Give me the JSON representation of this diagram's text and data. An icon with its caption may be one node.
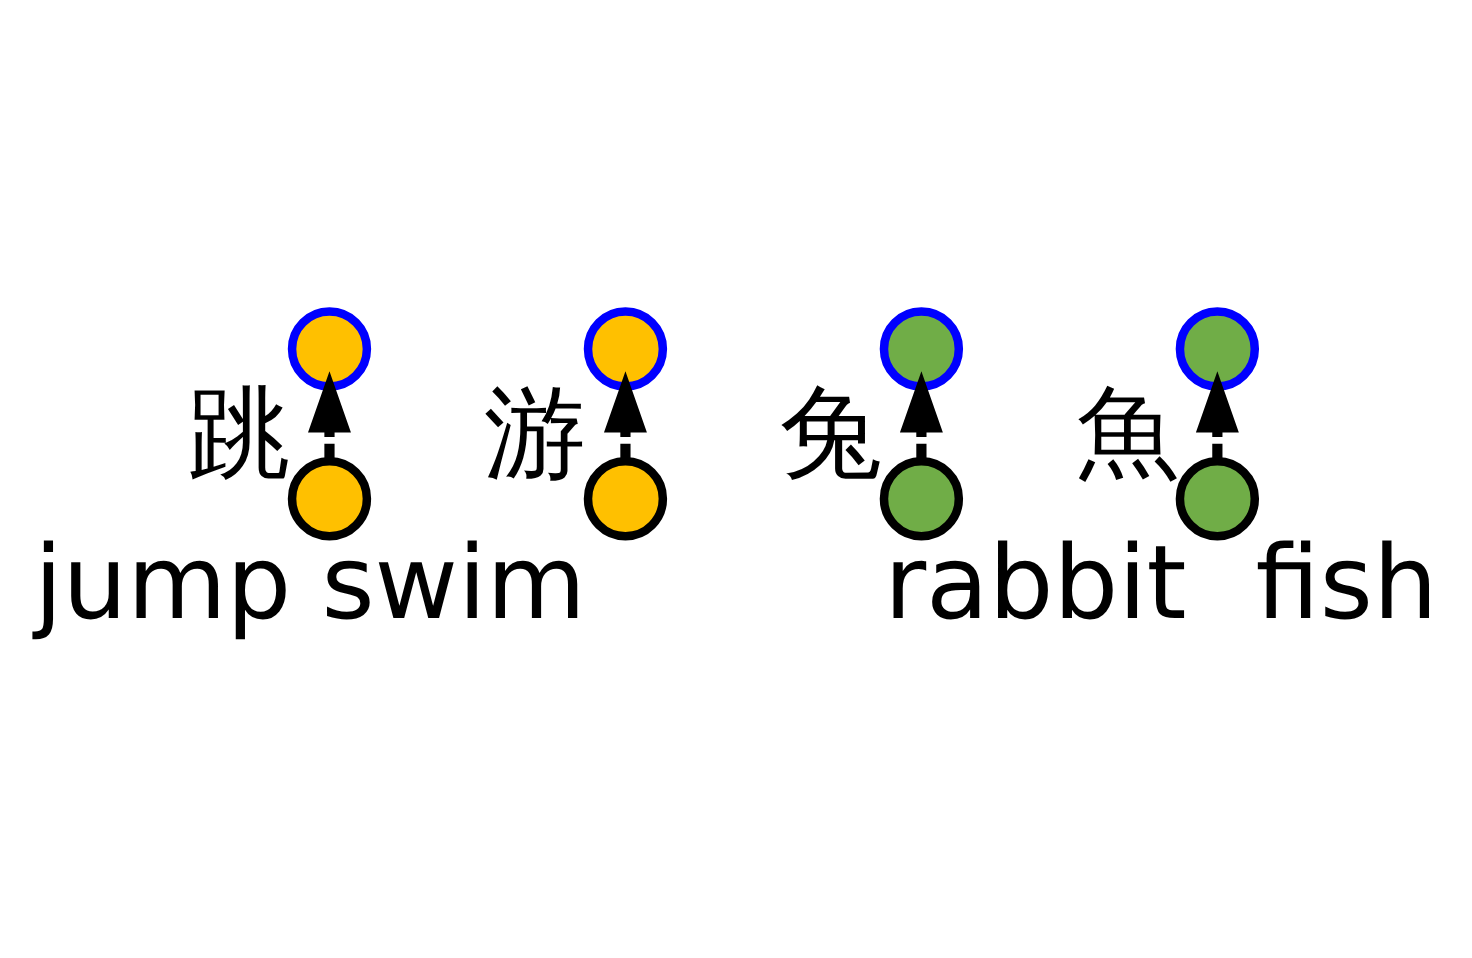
{
  "diagram": {
    "nodes": [
      {
        "text": [],
        "shape": "circle",
        "beside": [
          "跳"
        ]
      },
      {
        "text": [],
        "shape": "circle",
        "beside": [
          "jump"
        ]
      },
      {
        "text": [],
        "shape": "circle",
        "beside": [
          "游"
        ]
      },
      {
        "text": [],
        "shape": "circle",
        "beside": [
          "swim"
        ]
      },
      {
        "text": [],
        "shape": "circle",
        "beside": [
          "兔"
        ]
      },
      {
        "text": [],
        "shape": "circle",
        "beside": [
          "rabbit"
        ]
      },
      {
        "text": [],
        "shape": "circle",
        "beside": [
          "魚"
        ]
      },
      {
        "text": [],
        "shape": "circle",
        "beside": [
          "fish"
        ]
      }
    ],
    "edges": [
      {
        "from": 1,
        "to": 0,
        "arrow": "to",
        "style": "dashed"
      },
      {
        "from": 3,
        "to": 2,
        "arrow": "to",
        "style": "dashed"
      },
      {
        "from": 5,
        "to": 4,
        "arrow": "to",
        "style": "dashed"
      },
      {
        "from": 7,
        "to": 6,
        "arrow": "to",
        "style": "dashed"
      }
    ]
  }
}
